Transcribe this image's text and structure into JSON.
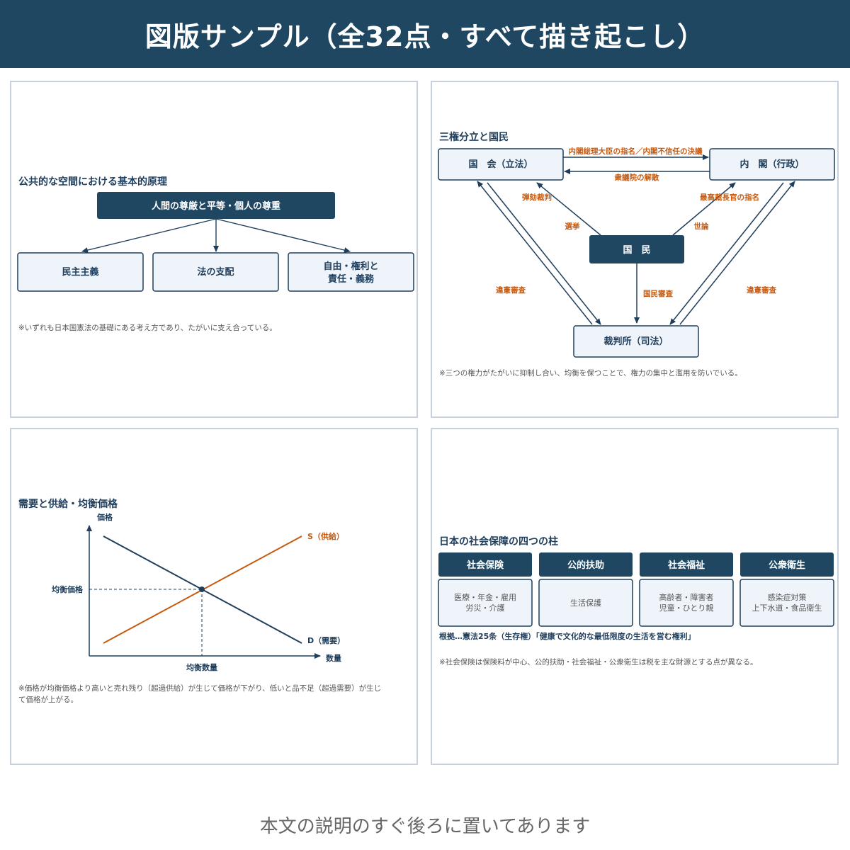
{
  "header": {
    "title": "図版サンプル（全32点・すべて描き起こし）"
  },
  "footer": {
    "text": "本文の説明のすぐ後ろに置いてあります"
  },
  "panel1": {
    "title": "公共的な空間における基本的原理",
    "top_box": "人間の尊厳と平等・個人の尊重",
    "children": [
      "民主主義",
      "法の支配"
    ],
    "child3_line1": "自由・権利と",
    "child3_line2": "責任・義務",
    "note": "※いずれも日本国憲法の基礎にある考え方であり、たがいに支え合っている。"
  },
  "panel2": {
    "title": "三権分立と国民",
    "diet": "国　会（立法）",
    "cabinet": "内　閣（行政）",
    "people": "国　民",
    "court": "裁判所（司法）",
    "label_diet_to_cabinet": "内閣総理大臣の指名／内閣不信任の決議",
    "label_cabinet_to_diet": "衆議院の解散",
    "label_impeachment": "弾劾裁判",
    "label_chief_justice": "最高裁長官の指名",
    "label_election": "選挙",
    "label_opinion": "世論",
    "label_review_left": "違憲審査",
    "label_review_right": "違憲審査",
    "label_national_review": "国民審査",
    "note": "※三つの権力がたがいに抑制し合い、均衡を保つことで、権力の集中と濫用を防いでいる。"
  },
  "panel3": {
    "title": "需要と供給・均衡価格",
    "y_axis_label": "価格",
    "x_axis_label": "数量",
    "supply_label": "S（供給）",
    "demand_label": "D（需要）",
    "eq_price_label": "均衡価格",
    "eq_quantity_label": "均衡数量",
    "note_line1": "※価格が均衡価格より高いと売れ残り（超過供給）が生じて価格が下がり、低いと品不足（超過需要）が生じ",
    "note_line2": "て価格が上がる。",
    "colors": {
      "supply": "#c55a11",
      "demand": "#1f3e5c"
    }
  },
  "panel4": {
    "title": "日本の社会保障の四つの柱",
    "pillars": [
      {
        "name": "社会保険",
        "line1": "医療・年金・雇用",
        "line2": "労災・介護"
      },
      {
        "name": "公的扶助",
        "line1": "生活保護",
        "line2": ""
      },
      {
        "name": "社会福祉",
        "line1": "高齢者・障害者",
        "line2": "児童・ひとり親"
      },
      {
        "name": "公衆衛生",
        "line1": "感染症対策",
        "line2": "上下水道・食品衛生"
      }
    ],
    "basis": "根拠…憲法25条（生存権）「健康で文化的な最低限度の生活を営む権利」",
    "note": "※社会保険は保険料が中心、公的扶助・社会福祉・公衆衛生は税を主な財源とする点が異なる。"
  },
  "colors": {
    "dark": "#1f4762",
    "box_fill": "#eef4fa",
    "accent": "#c55a11",
    "border": "#c8d1db"
  }
}
